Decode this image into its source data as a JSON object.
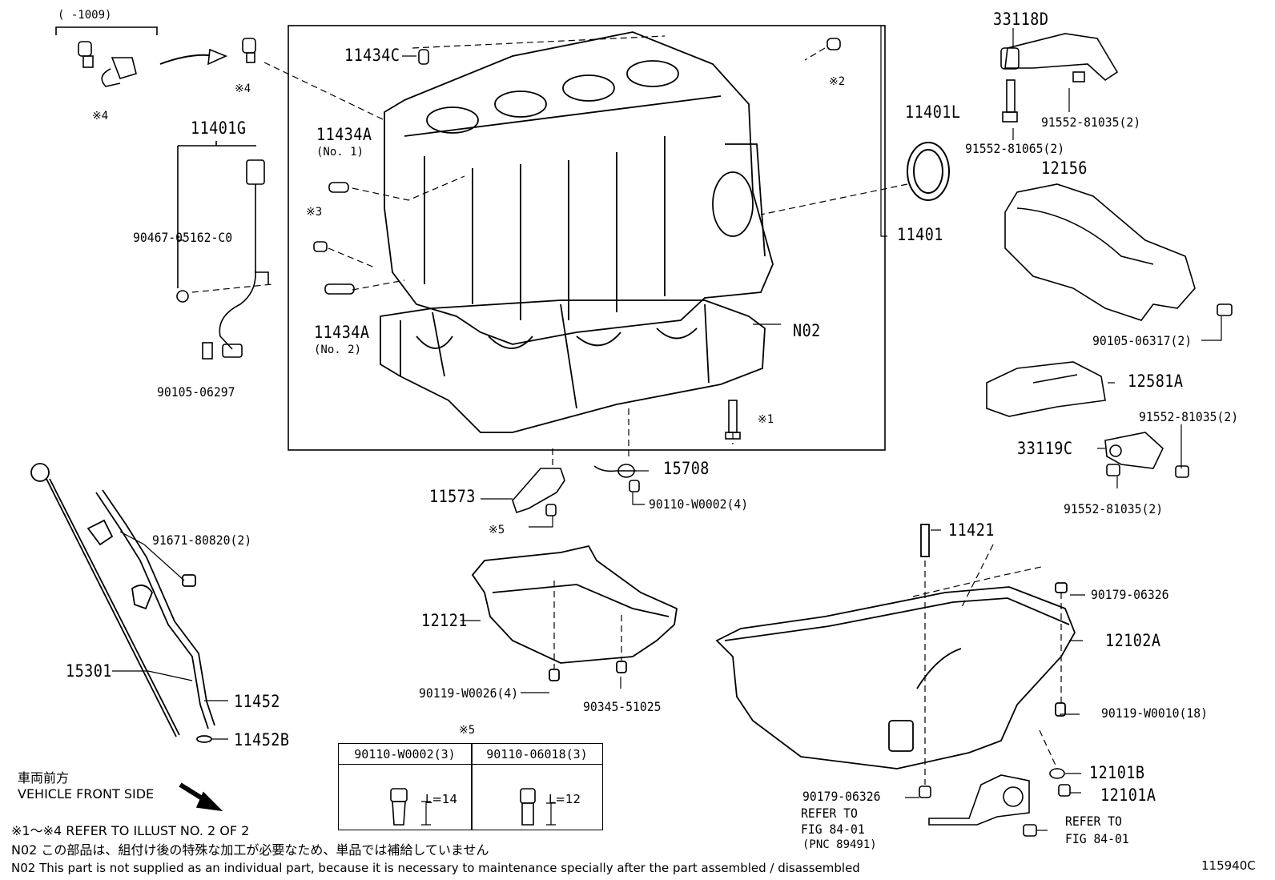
{
  "callouts": {
    "c11434C": "11434C",
    "c11434A_1": "11434A",
    "c11434A_1_sub": "(No. 1)",
    "c11434A_2": "11434A",
    "c11434A_2_sub": "(No. 2)",
    "c11401G": "11401G",
    "c90467": "90467-05162-C0",
    "c90105_06297": "90105-06297",
    "c11401": "11401",
    "c11401L": "11401L",
    "cN02": "N02",
    "c33118D": "33118D",
    "c91552_81035_top": "91552-81035(2)",
    "c91552_81065": "91552-81065(2)",
    "c12156": "12156",
    "c90105_06317": "90105-06317(2)",
    "c12581A": "12581A",
    "c91552_81035_mid": "91552-81035(2)",
    "c33119C": "33119C",
    "c91552_81035_bot": "91552-81035(2)",
    "c15708": "15708",
    "c90110_W0002": "90110-W0002(4)",
    "c11573": "11573",
    "c91671": "91671-80820(2)",
    "c12121": "12121",
    "c90119_W0026": "90119-W0026(4)",
    "c90345": "90345-51025",
    "c15301": "15301",
    "c11452": "11452",
    "c11452B": "11452B",
    "c11421": "11421",
    "c90179_06326_top": "90179-06326",
    "c12102A": "12102A",
    "c90119_W0010": "90119-W0010(18)",
    "c12101B": "12101B",
    "c12101A": "12101A",
    "c90179_06326_bot": "90179-06326",
    "ref_left_1": "REFER TO",
    "ref_left_2": "FIG 84-01",
    "ref_left_3": "(PNC 89491)",
    "ref_right_1": "REFER TO",
    "ref_right_2": "FIG 84-01"
  },
  "markers": {
    "range_1009": "( -1009)",
    "m4_a": "※4",
    "m4_b": "※4",
    "m2": "※2",
    "m3": "※3",
    "m1": "※1",
    "m5": "※5",
    "m5_table": "※5"
  },
  "spec_table": {
    "col1_part": "90110-W0002(3)",
    "col1_length": "L=14",
    "col2_part": "90110-06018(3)",
    "col2_length": "L=12"
  },
  "notes": {
    "front_jp": "車両前方",
    "front_en": "VEHICLE FRONT SIDE",
    "refer_line": "※1～※4  REFER TO ILLUST NO. 2 OF 2",
    "n02_jp": "N02  この部品は、組付け後の特殊な加工が必要なため、単品では補給していません",
    "n02_en": "N02  This part is not supplied as an individual part, because it is necessary to maintenance specially after the part assembled / disassembled",
    "figure_id": "115940C"
  }
}
